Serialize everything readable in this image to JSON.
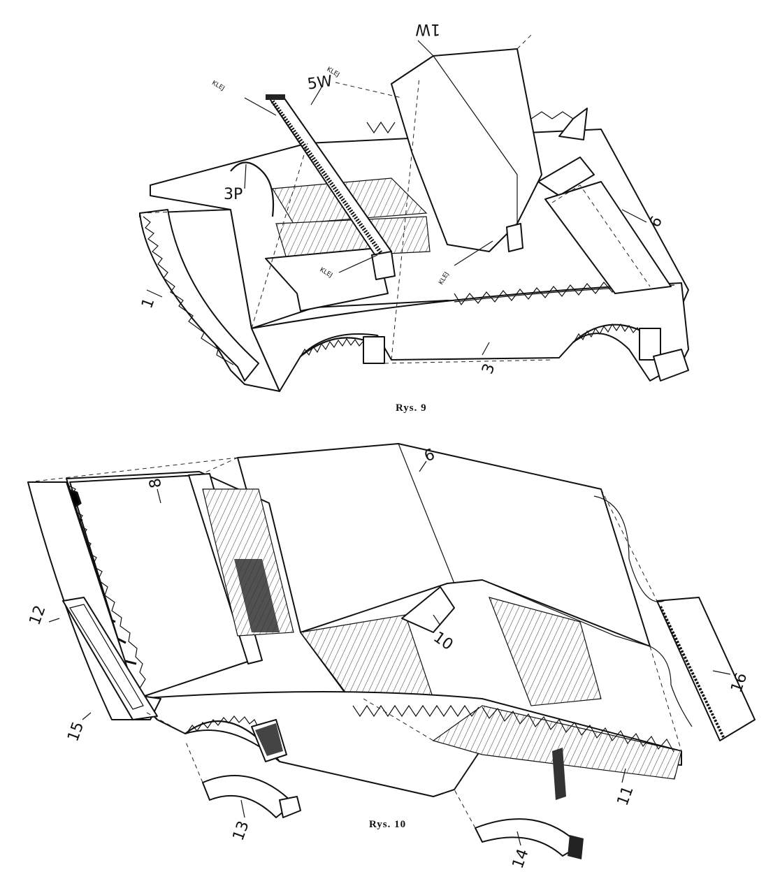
{
  "figures": [
    {
      "caption": "Rys. 9",
      "labels": [
        "1W",
        "5W",
        "3P",
        "6",
        "1",
        "3"
      ],
      "glue_labels": [
        "KLEJ",
        "KLEJ",
        "KLEJ",
        "KLEJ"
      ]
    },
    {
      "caption": "Rys. 10",
      "labels": [
        "9",
        "8",
        "12",
        "10",
        "16",
        "15",
        "13",
        "14",
        "11"
      ]
    }
  ]
}
